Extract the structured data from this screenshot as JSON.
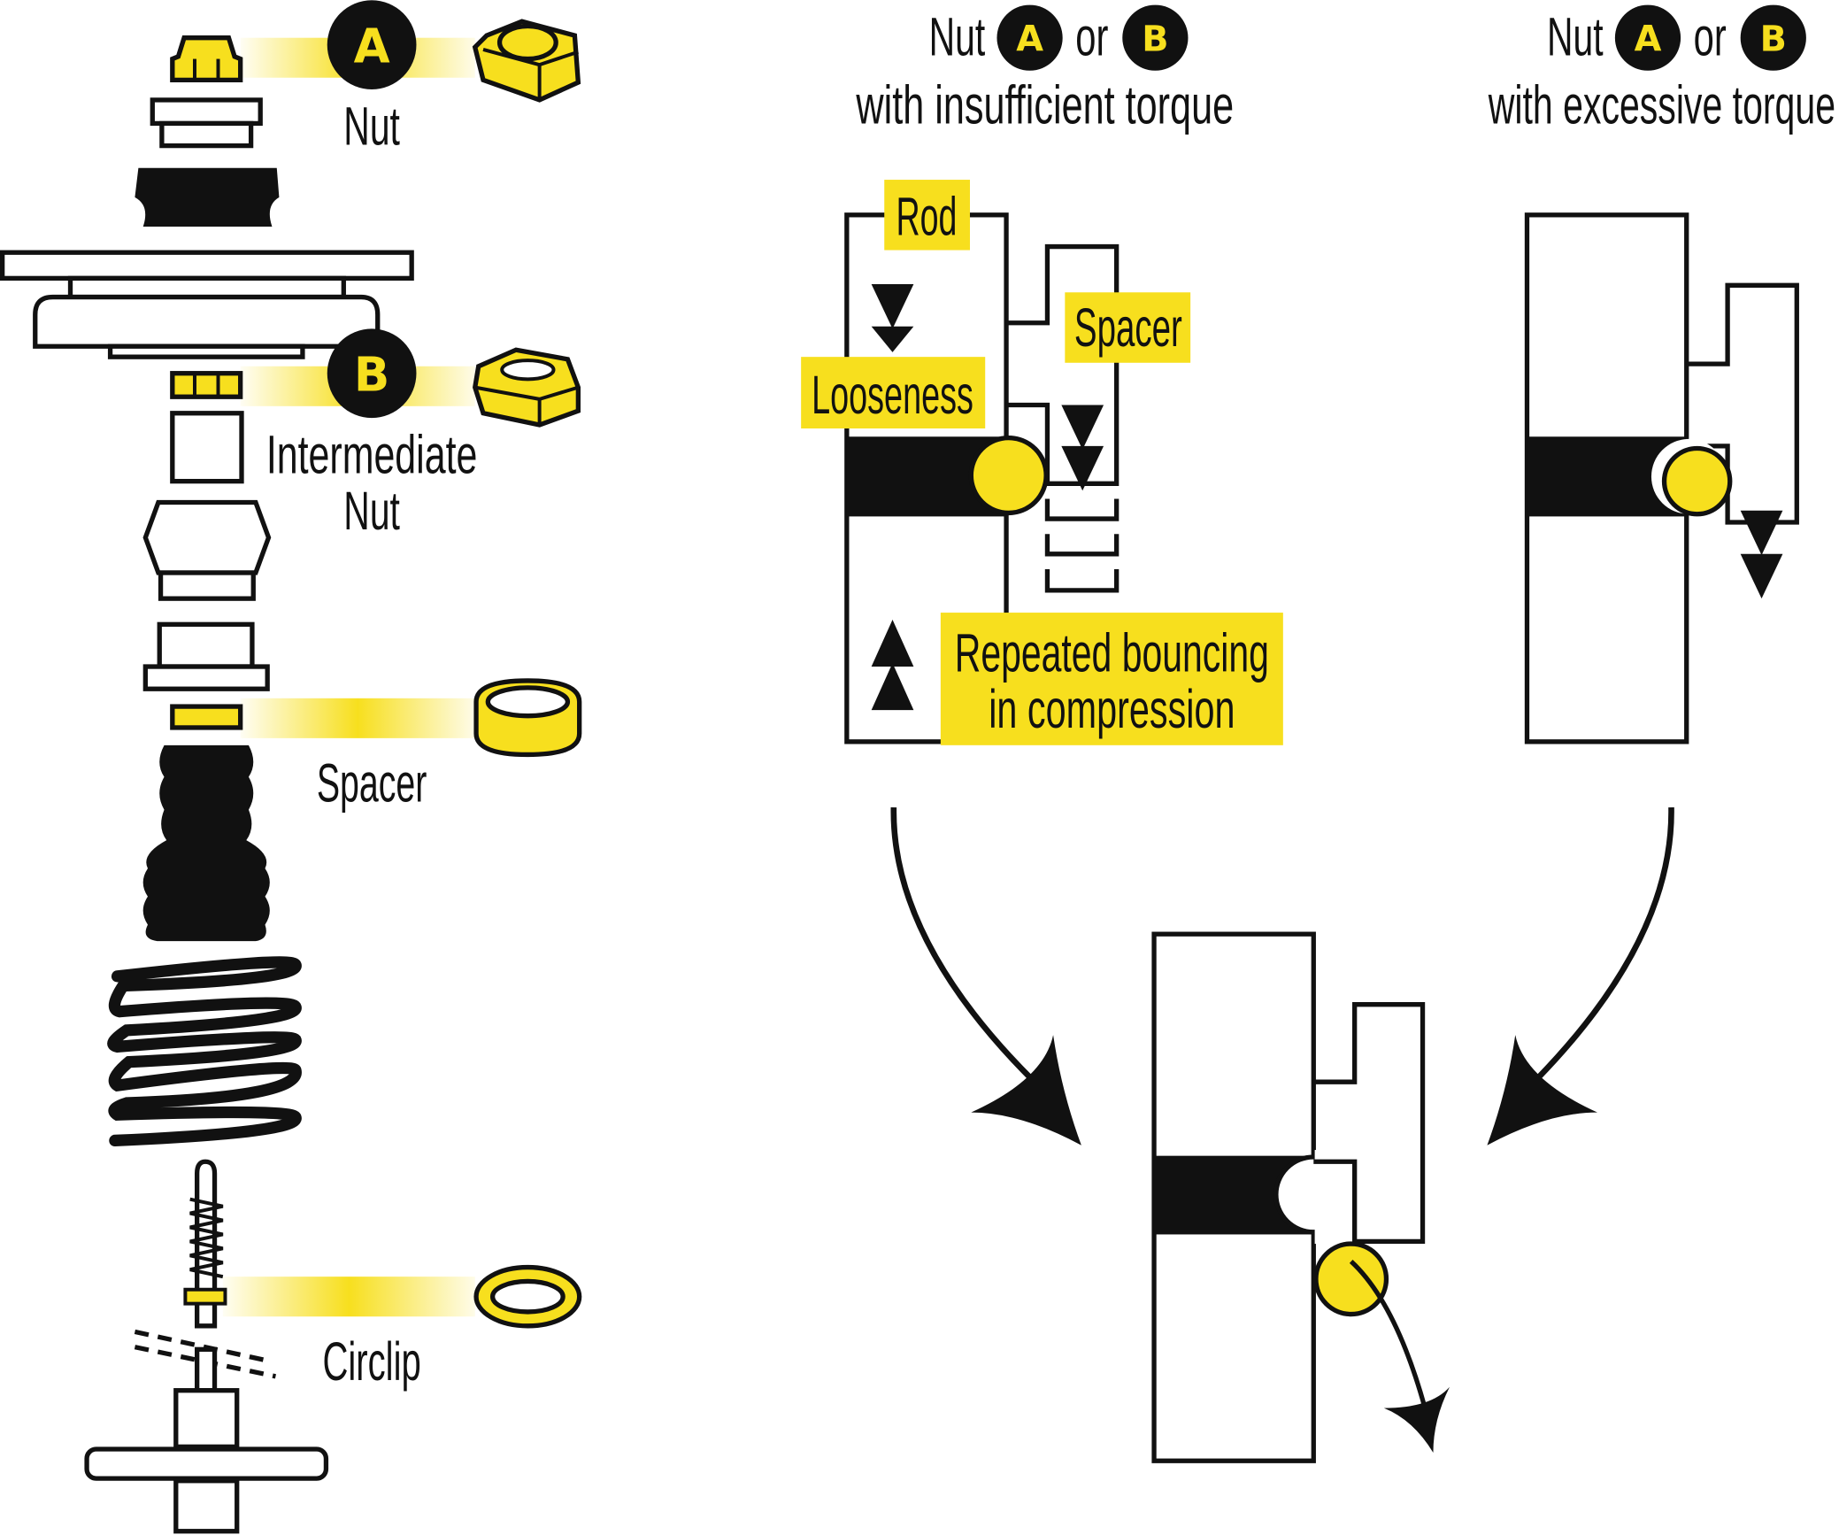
{
  "colors": {
    "accent": "#f7df1e",
    "ink": "#111111"
  },
  "parts": {
    "nut_a_badge": "A",
    "nut_b_badge": "B",
    "nut_label": "Nut",
    "intermediate_label_line1": "Intermediate",
    "intermediate_label_line2": "Nut",
    "spacer_label": "Spacer",
    "circlip_label": "Circlip"
  },
  "insufficient": {
    "title_nut": "Nut",
    "badge_a": "A",
    "title_or": "or",
    "badge_b": "B",
    "subtitle": "with insufficient torque",
    "rod_label": "Rod",
    "spacer_label": "Spacer",
    "looseness_label": "Looseness",
    "bouncing_line1": "Repeated bouncing",
    "bouncing_line2": "in compression"
  },
  "excessive": {
    "title_nut": "Nut",
    "badge_a": "A",
    "title_or": "or",
    "badge_b": "B",
    "subtitle": "with excessive torque"
  }
}
